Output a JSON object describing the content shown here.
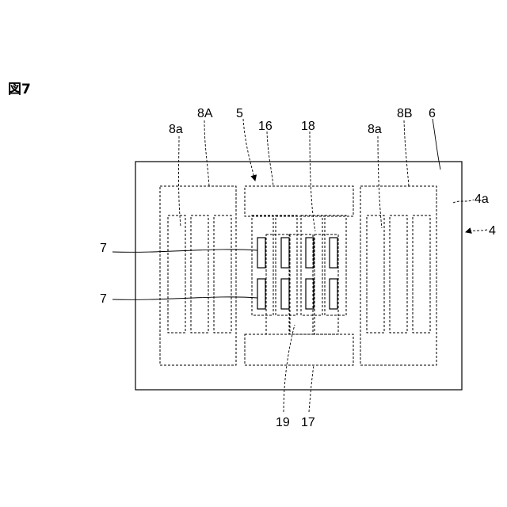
{
  "figure": {
    "title": "図7"
  },
  "labels": {
    "l_8a_left": "8a",
    "l_8A": "8A",
    "l_5": "5",
    "l_16": "16",
    "l_18": "18",
    "l_8a_right": "8a",
    "l_8B": "8B",
    "l_6": "6",
    "l_4a": "4a",
    "l_4": "4",
    "l_7_upper": "7",
    "l_7_lower": "7",
    "l_19": "19",
    "l_17": "17"
  }
}
